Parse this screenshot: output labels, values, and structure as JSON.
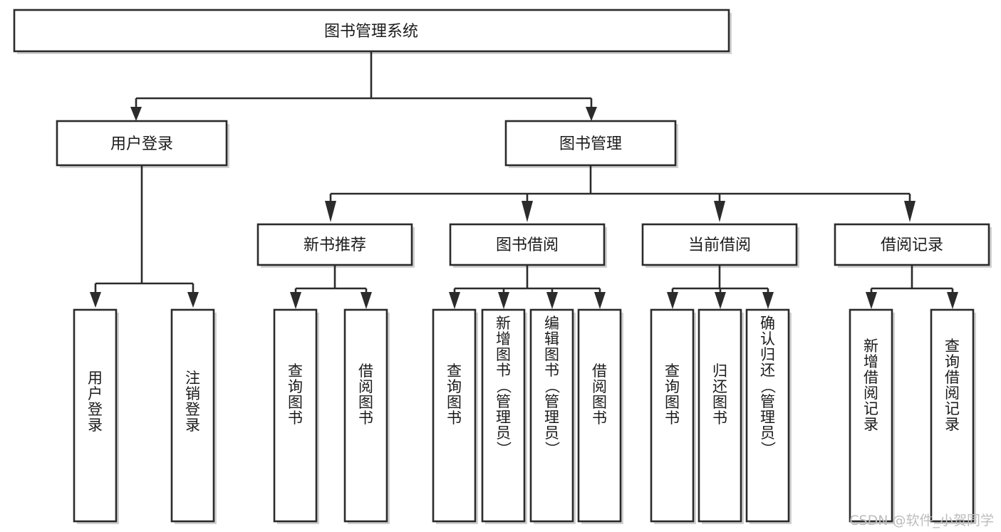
{
  "diagram": {
    "title": "图书管理系统",
    "type": "tree",
    "orientation": "top-down",
    "watermark": "CSDN @软件_小贺同学",
    "colors": {
      "box_stroke": "#2b2b2b",
      "box_fill": "#ffffff",
      "connector": "#2b2b2b",
      "text": "#1b1b1b",
      "background": "#ffffff",
      "watermark": "#bdbdbd"
    },
    "root": {
      "label": "图书管理系统"
    },
    "level2": [
      {
        "label": "用户登录"
      },
      {
        "label": "图书管理"
      }
    ],
    "level3": [
      {
        "label": "新书推荐"
      },
      {
        "label": "图书借阅"
      },
      {
        "label": "当前借阅"
      },
      {
        "label": "借阅记录"
      }
    ],
    "leaves": {
      "user_login": [
        {
          "label": "用户登录"
        },
        {
          "label": "注销登录"
        }
      ],
      "new_book_recommend": [
        {
          "label": "查询图书"
        },
        {
          "label": "借阅图书"
        }
      ],
      "book_borrow": [
        {
          "label": "查询图书"
        },
        {
          "label": "新增图书（管理员）"
        },
        {
          "label": "编辑图书（管理员）"
        },
        {
          "label": "借阅图书"
        }
      ],
      "current_borrow": [
        {
          "label": "查询图书"
        },
        {
          "label": "归还图书"
        },
        {
          "label": "确认归还（管理员）"
        }
      ],
      "borrow_record": [
        {
          "label": "新增借阅记录"
        },
        {
          "label": "查询借阅记录"
        }
      ]
    }
  }
}
